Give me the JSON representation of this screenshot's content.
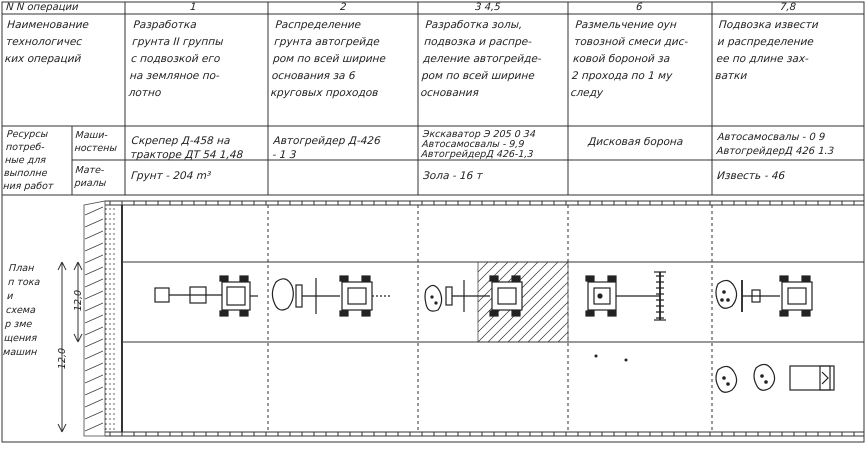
{
  "header": {
    "row_label": "N N операции",
    "op_numbers": [
      "1",
      "2",
      "3 4,5",
      "6",
      "7,8"
    ]
  },
  "names_row": {
    "label": [
      "Наименование",
      "технологичес",
      "ких операций"
    ],
    "ops": [
      [
        "Разработка",
        "грунта II группы",
        "с подвозкой его",
        "на земляное по-",
        "лотно"
      ],
      [
        "Распределение",
        "грунта автогрейде",
        "ром по всей ширине",
        "основания за 6",
        "круговых проходов"
      ],
      [
        "Разработка золы,",
        "подвозка и распре-",
        "деление автогрейде-",
        "ром по всей ширине",
        "основания"
      ],
      [
        "Размельчение оун",
        "товозной смеси дис-",
        "ковой бороной за",
        "2 прохода по 1 му",
        "следу"
      ],
      [
        "Подвозка извести",
        "и распределение",
        "ее по длине зах-",
        "ватки"
      ]
    ]
  },
  "resources_row": {
    "label": [
      "Ресурсы",
      "потреб-",
      "ные для",
      "выполне",
      "ния работ"
    ],
    "machines_label": [
      "Маши-",
      "ностены"
    ],
    "materials_label": [
      "Мате-",
      "риалы"
    ],
    "machines": [
      [
        "Скрепер Д-458 на",
        "тракторе ДТ 54  1,48"
      ],
      [
        "Автогрейдер Д-426",
        "- 1 3"
      ],
      [
        "Экскаватор Э 205  0 34",
        "Автосамосвалы - 9,9",
        "АвтогрейдерД 426-1,3"
      ],
      [
        "Дисковая борона"
      ],
      [
        "Автосамосвалы - 0 9",
        "АвтогрейдерД 426 1.3"
      ]
    ],
    "materials": [
      "Грунт - 204 m³",
      "",
      "Зола - 16 т",
      "",
      "Известь - 46"
    ]
  },
  "plan_row": {
    "label": [
      "План",
      "п тока",
      "и",
      "схема",
      "р зме",
      "щения",
      "машин"
    ],
    "dim_outer": "12,0",
    "dim_inner": "12,0"
  }
}
